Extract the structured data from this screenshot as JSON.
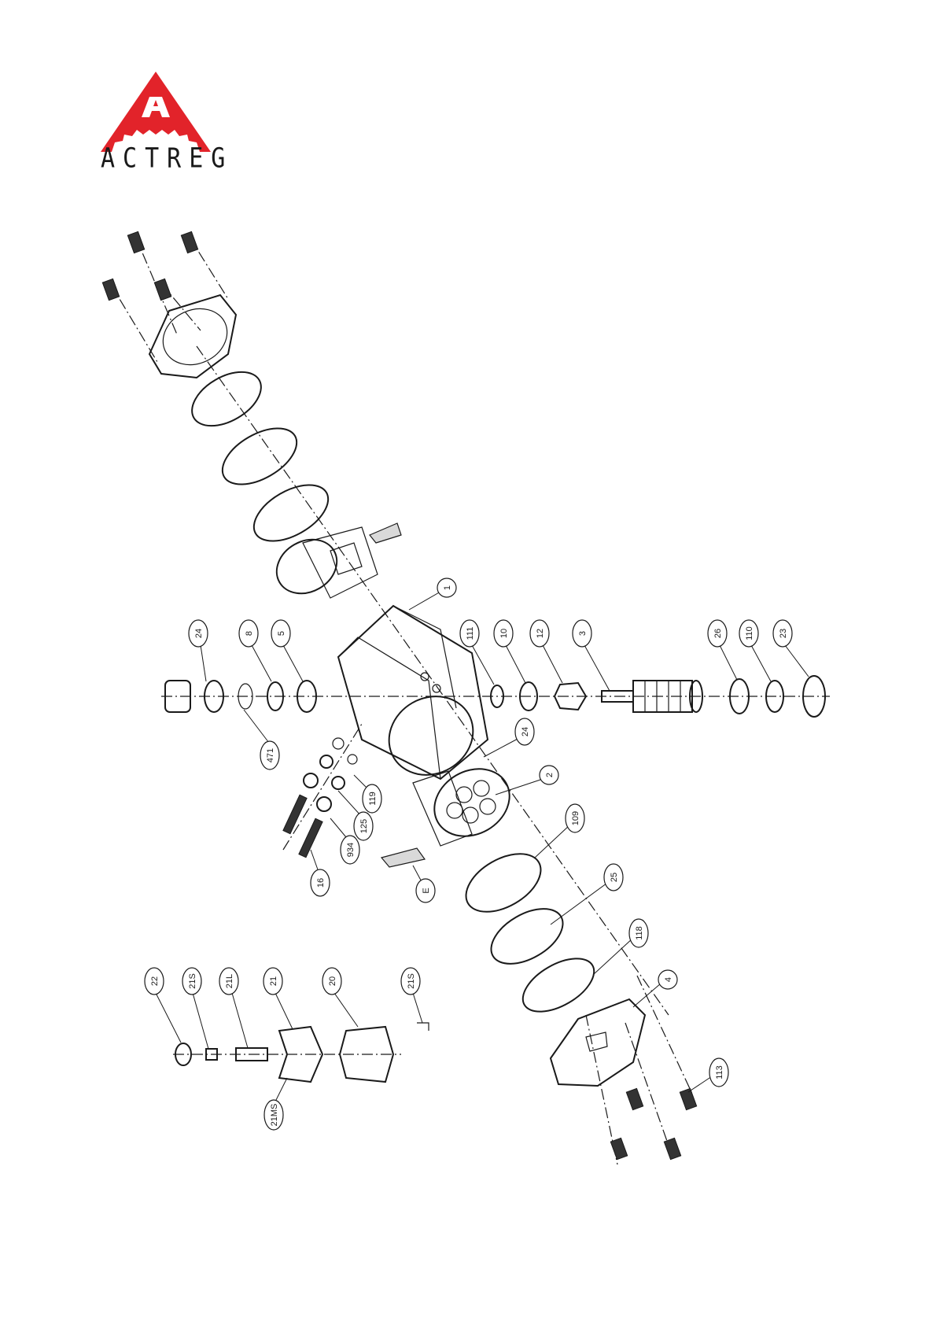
{
  "brand": {
    "name": "ACTREG",
    "color": "#e2232a"
  },
  "callouts": [
    {
      "text": "1"
    },
    {
      "text": "24"
    },
    {
      "text": "8"
    },
    {
      "text": "5"
    },
    {
      "text": "111"
    },
    {
      "text": "10"
    },
    {
      "text": "12"
    },
    {
      "text": "3"
    },
    {
      "text": "26"
    },
    {
      "text": "110"
    },
    {
      "text": "23"
    },
    {
      "text": "471"
    },
    {
      "text": "24"
    },
    {
      "text": "119"
    },
    {
      "text": "125"
    },
    {
      "text": "934"
    },
    {
      "text": "16"
    },
    {
      "text": "2"
    },
    {
      "text": "109"
    },
    {
      "text": "E"
    },
    {
      "text": "25"
    },
    {
      "text": "118"
    },
    {
      "text": "4"
    },
    {
      "text": "113"
    },
    {
      "text": "22"
    },
    {
      "text": "21S"
    },
    {
      "text": "21L"
    },
    {
      "text": "21"
    },
    {
      "text": "20"
    },
    {
      "text": "21S"
    },
    {
      "text": "21MS"
    }
  ]
}
